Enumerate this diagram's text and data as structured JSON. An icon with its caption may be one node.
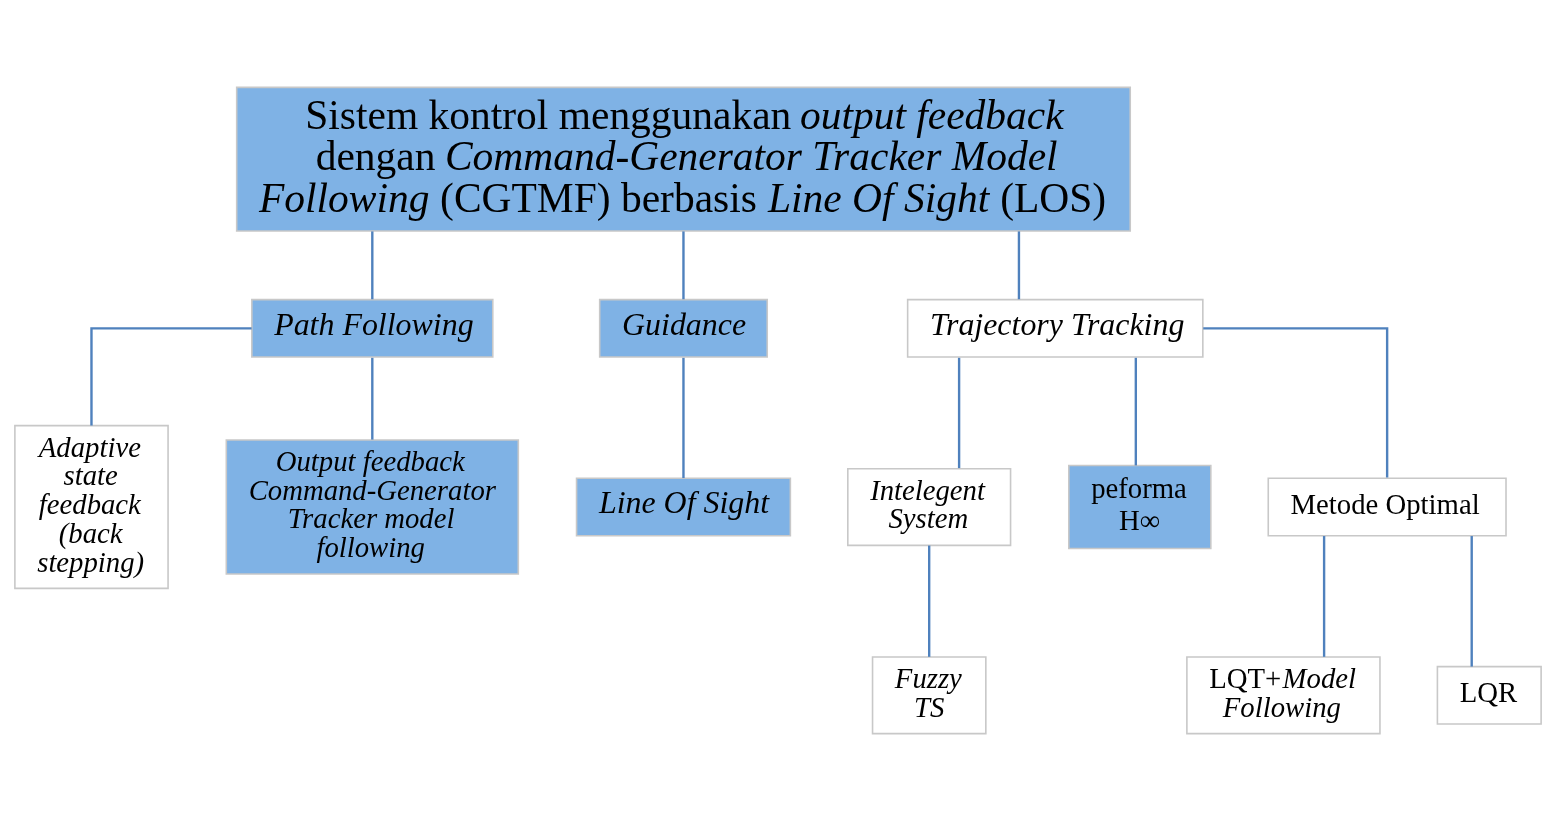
{
  "diagram": {
    "nodes": [
      {
        "text": [
          "Sistem kontrol menggunakan *output feedback* dengan *Command-Generator Tracker Model Following* (CGTMF) berbasis *Line Of Sight* (LOS)"
        ]
      },
      {
        "text": [
          "Path Following"
        ]
      },
      {
        "text": [
          "Guidance"
        ]
      },
      {
        "text": [
          "Line Of Sight"
        ]
      },
      {
        "text": [
          "Trajectory Tracking"
        ]
      },
      {
        "text": [
          "Intelegent System"
        ]
      },
      {
        "text": [
          "Fuzzy TS"
        ]
      },
      {
        "text": [
          "peforma H∞"
        ]
      },
      {
        "text": [
          "Metode Optimal"
        ]
      },
      {
        "text": [
          "Adaptive state feedback (back stepping)"
        ]
      },
      {
        "text": [
          "Output feedback Command-Generator Tracker model following"
        ]
      },
      {
        "text": [
          "LQT+*Model Following*"
        ]
      },
      {
        "text": [
          "LQR"
        ]
      }
    ],
    "edges": [
      {
        "from": 0,
        "to": 1,
        "arrow": "none"
      },
      {
        "from": 0,
        "to": 2,
        "arrow": "none"
      },
      {
        "from": 0,
        "to": 4,
        "arrow": "none"
      },
      {
        "from": 2,
        "to": 3,
        "arrow": "none"
      },
      {
        "from": 1,
        "to": 9,
        "arrow": "none"
      },
      {
        "from": 1,
        "to": 10,
        "arrow": "none"
      },
      {
        "from": 4,
        "to": 5,
        "arrow": "none"
      },
      {
        "from": 4,
        "to": 7,
        "arrow": "none"
      },
      {
        "from": 4,
        "to": 8,
        "arrow": "none"
      },
      {
        "from": 5,
        "to": 6,
        "arrow": "none"
      },
      {
        "from": 8,
        "to": 11,
        "arrow": "none"
      },
      {
        "from": 8,
        "to": 12,
        "arrow": "none"
      }
    ]
  }
}
